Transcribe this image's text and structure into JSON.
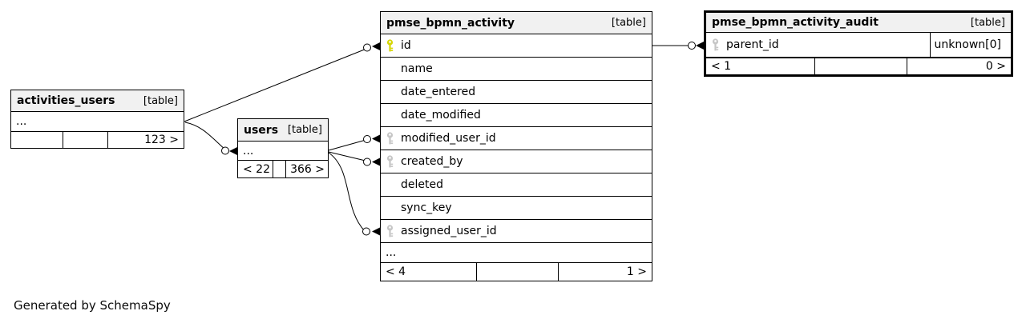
{
  "credit": "Generated by SchemaSpy",
  "colors": {
    "header_bg": "#f1f1f1",
    "border": "#000000",
    "primary_key": "#d6d606",
    "foreign_key": "#c6c6c6"
  },
  "tables": {
    "activities_users": {
      "name": "activities_users",
      "tag": "[table]",
      "ellipsis": "...",
      "footer": [
        "",
        "",
        "123 >"
      ]
    },
    "users": {
      "name": "users",
      "tag": "[table]",
      "ellipsis": "...",
      "footer": [
        "< 22",
        "",
        "366 >"
      ]
    },
    "pmse_bpmn_activity": {
      "name": "pmse_bpmn_activity",
      "tag": "[table]",
      "columns": [
        {
          "name": "id",
          "key": "primary"
        },
        {
          "name": "name",
          "key": "none"
        },
        {
          "name": "date_entered",
          "key": "none"
        },
        {
          "name": "date_modified",
          "key": "none"
        },
        {
          "name": "modified_user_id",
          "key": "foreign"
        },
        {
          "name": "created_by",
          "key": "foreign"
        },
        {
          "name": "deleted",
          "key": "none"
        },
        {
          "name": "sync_key",
          "key": "none"
        },
        {
          "name": "assigned_user_id",
          "key": "foreign"
        }
      ],
      "ellipsis": "...",
      "footer": [
        "< 4",
        "",
        "1 >"
      ]
    },
    "pmse_bpmn_activity_audit": {
      "name": "pmse_bpmn_activity_audit",
      "tag": "[table]",
      "columns": [
        {
          "name": "parent_id",
          "key": "foreign",
          "type": "unknown[0]"
        }
      ],
      "footer": [
        "< 1",
        "",
        "0 >"
      ]
    }
  }
}
